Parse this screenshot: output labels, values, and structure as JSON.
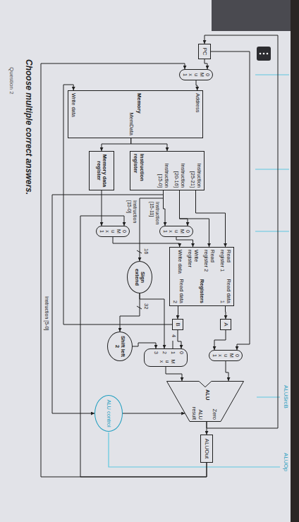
{
  "diagram": {
    "title": "Choose multiple correct answers.",
    "nodes": [
      {
        "text": [
          "PC"
        ]
      },
      {
        "text": [
          "0",
          "M u x",
          "1"
        ]
      },
      {
        "text": [
          "Address",
          "Memory",
          "MemData",
          "Write data"
        ]
      },
      {
        "text": [
          "Instruction [25-21]",
          "Instruction [20-16]",
          "Instruction [15-0]",
          "Instruction register"
        ]
      },
      {
        "text": [
          "Memory data register"
        ]
      },
      {
        "text": [
          "0",
          "M u x",
          "1"
        ]
      },
      {
        "text": [
          "0",
          "M u x",
          "1"
        ]
      },
      {
        "text": [
          "Read register 1",
          "Read register 2",
          "Write register",
          "Write data",
          "Registers",
          "Read data 1",
          "Read data 2"
        ]
      },
      {
        "text": [
          "A"
        ]
      },
      {
        "text": [
          "B"
        ]
      },
      {
        "text": [
          "Sign extend"
        ]
      },
      {
        "text": [
          "Shift left 2"
        ]
      },
      {
        "text": [
          "0",
          "M u x",
          "1"
        ]
      },
      {
        "text": [
          "0",
          "1",
          "2",
          "3",
          "M u x"
        ]
      },
      {
        "text": [
          "Zero",
          "ALU",
          "ALU result"
        ]
      },
      {
        "text": [
          "ALUOut"
        ]
      },
      {
        "text": [
          "ALU control"
        ]
      }
    ],
    "edges": [
      {
        "from": 0,
        "to": 1,
        "arrow": "to"
      },
      {
        "from": 1,
        "to": 2,
        "arrow": "to"
      },
      {
        "from": 2,
        "to": 3,
        "arrow": "to"
      },
      {
        "from": 2,
        "to": 4,
        "arrow": "to"
      },
      {
        "from": 3,
        "to": 7,
        "arrow": "to"
      },
      {
        "from": 3,
        "to": 7,
        "arrow": "to"
      },
      {
        "from": 3,
        "to": 5,
        "arrow": "to"
      },
      {
        "from": 3,
        "to": 5,
        "arrow": "to"
      },
      {
        "from": 4,
        "to": 6,
        "arrow": "to"
      },
      {
        "from": 15,
        "to": 6,
        "arrow": "to"
      },
      {
        "from": 6,
        "to": 7,
        "arrow": "to"
      },
      {
        "from": 5,
        "to": 7,
        "arrow": "to"
      },
      {
        "from": 7,
        "to": 8,
        "arrow": "to"
      },
      {
        "from": 7,
        "to": 9,
        "arrow": "to"
      },
      {
        "from": 8,
        "to": 12,
        "arrow": "to"
      },
      {
        "from": 0,
        "to": 12,
        "arrow": "to"
      },
      {
        "from": 9,
        "to": 13,
        "arrow": "to"
      },
      {
        "from": 9,
        "to": 2,
        "arrow": "to"
      },
      {
        "from": 3,
        "to": 10,
        "arrow": "to"
      },
      {
        "from": 10,
        "to": 11,
        "arrow": "to"
      },
      {
        "from": 10,
        "to": 13,
        "arrow": "to"
      },
      {
        "from": 11,
        "to": 13,
        "arrow": "to"
      },
      {
        "from": 12,
        "to": 14,
        "arrow": "to"
      },
      {
        "from": 13,
        "to": 14,
        "arrow": "to"
      },
      {
        "from": 14,
        "to": 15,
        "arrow": "to"
      },
      {
        "from": 15,
        "to": 1,
        "arrow": "to"
      },
      {
        "from": 14,
        "to": 0,
        "arrow": "to"
      },
      {
        "from": 3,
        "to": 16,
        "arrow": "to"
      },
      {
        "from": 16,
        "to": 14,
        "arrow": "to"
      }
    ],
    "labels": [
      "Question 2",
      "Instruction [15-11]",
      "Instruction [15-0]",
      "16",
      "32",
      "4",
      "Instruction [5-0]",
      "ALUSrcB",
      "ALUOp"
    ]
  }
}
